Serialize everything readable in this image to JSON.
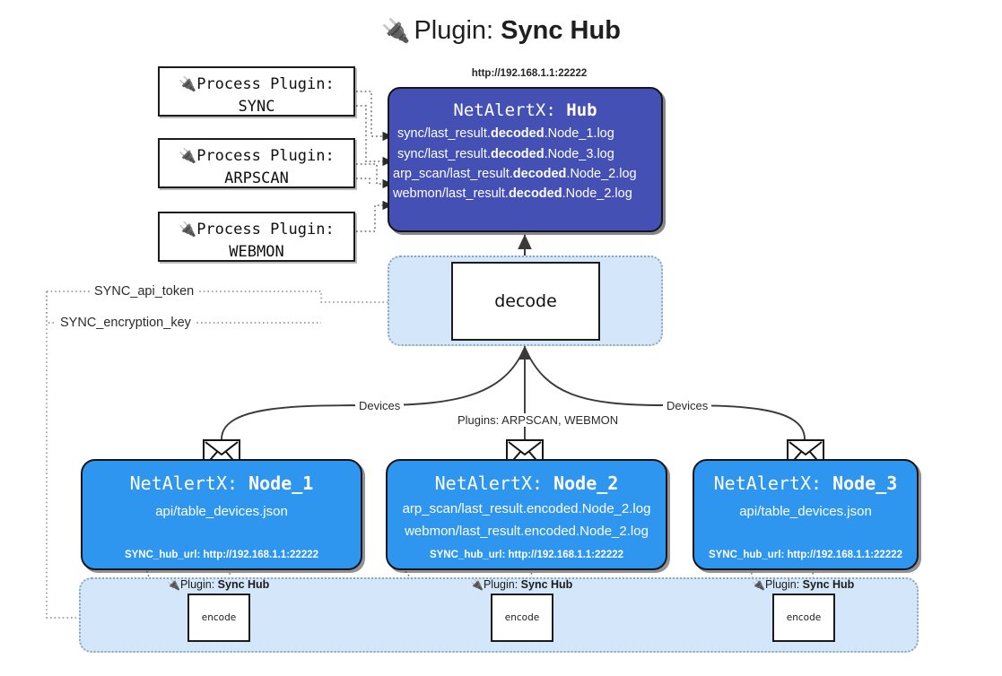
{
  "title": {
    "icon": "plug-icon",
    "glyph": "🔌",
    "prefix": "Plugin: ",
    "name": "Sync Hub"
  },
  "colors": {
    "hub_fill": "#4450b4",
    "node_fill": "#2f96ef",
    "container_fill": "#d3e6fa",
    "container_border": "#8fa6b8",
    "stroke": "#1b1b1b",
    "text_light": "#ffffff"
  },
  "process_plugins": [
    {
      "glyph": "🔌",
      "line1": "Process Plugin:",
      "line2": "SYNC"
    },
    {
      "glyph": "🔌",
      "line1": "Process Plugin:",
      "line2": "ARPSCAN"
    },
    {
      "glyph": "🔌",
      "line1": "Process Plugin:",
      "line2": "WEBMON"
    }
  ],
  "hub": {
    "url": "http://192.168.1.1:22222",
    "title_prefix": "NetAlertX: ",
    "title_name": "Hub",
    "lines": [
      {
        "pre": "sync/last_result.",
        "bold": "decoded",
        "post": ".Node_1.log"
      },
      {
        "pre": "sync/last_result.",
        "bold": "decoded",
        "post": ".Node_3.log"
      },
      {
        "pre": "arp_scan/last_result.",
        "bold": "decoded",
        "post": ".Node_2.log"
      },
      {
        "pre": "webmon/last_result.",
        "bold": "decoded",
        "post": ".Node_2.log"
      }
    ]
  },
  "decode": {
    "label": "decode"
  },
  "keys": {
    "api_token": "SYNC_api_token",
    "encryption_key": "SYNC_encryption_key"
  },
  "edges": {
    "devices_left": "Devices",
    "devices_right": "Devices",
    "plugins_center": "Plugins: ARPSCAN, WEBMON"
  },
  "nodes": [
    {
      "title_prefix": "NetAlertX: ",
      "title_name": "Node_1",
      "lines": [
        "api/table_devices.json"
      ],
      "url_label": "SYNC_hub_url: ",
      "url": "http://192.168.1.1:22222",
      "envelope_icon": "envelope-icon"
    },
    {
      "title_prefix": "NetAlertX: ",
      "title_name": "Node_2",
      "lines": [
        "arp_scan/last_result.encoded.Node_2.log",
        "webmon/last_result.encoded.Node_2.log"
      ],
      "url_label": "SYNC_hub_url: ",
      "url": "http://192.168.1.1:22222",
      "envelope_icon": "envelope-icon"
    },
    {
      "title_prefix": "NetAlertX: ",
      "title_name": "Node_3",
      "lines": [
        "api/table_devices.json"
      ],
      "url_label": "SYNC_hub_url: ",
      "url": "http://192.168.1.1:22222",
      "envelope_icon": "envelope-icon"
    }
  ],
  "encoders": [
    {
      "glyph": "🔌",
      "tag_prefix": "Plugin: ",
      "tag_name": "Sync Hub",
      "label": "encode"
    },
    {
      "glyph": "🔌",
      "tag_prefix": "Plugin: ",
      "tag_name": "Sync Hub",
      "label": "encode"
    },
    {
      "glyph": "🔌",
      "tag_prefix": "Plugin: ",
      "tag_name": "Sync Hub",
      "label": "encode"
    }
  ]
}
